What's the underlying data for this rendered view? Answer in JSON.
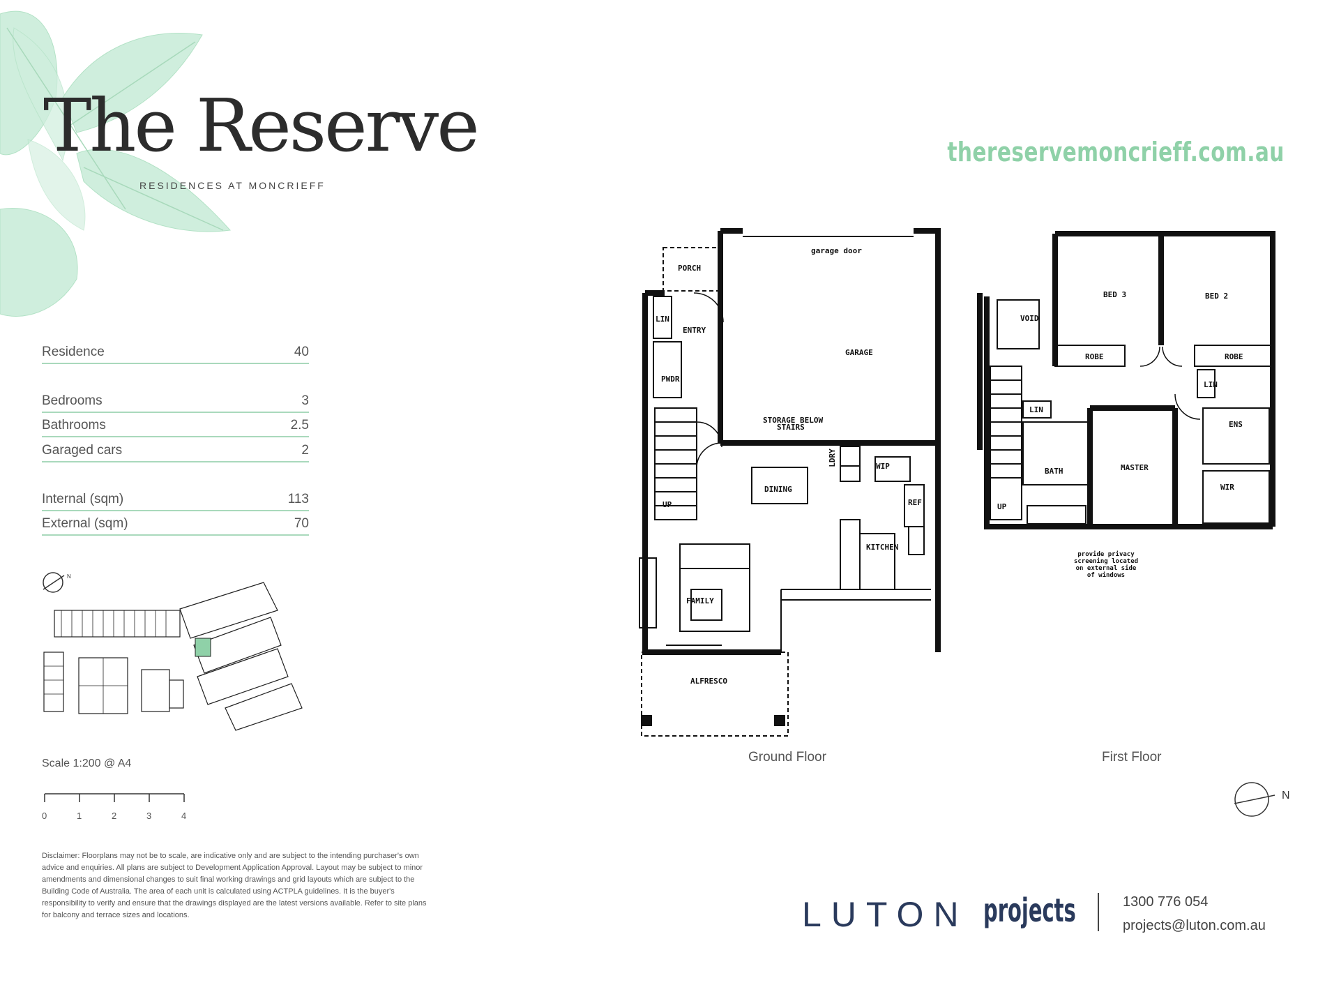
{
  "brand": {
    "title": "The Reserve",
    "subtitle": "RESIDENCES AT MONCRIEFF",
    "website": "thereservemoncrieff.com.au"
  },
  "specs": [
    {
      "label": "Residence",
      "value": "40"
    },
    {
      "label": "Bedrooms",
      "value": "3"
    },
    {
      "label": "Bathrooms",
      "value": "2.5"
    },
    {
      "label": "Garaged cars",
      "value": "2"
    },
    {
      "label": "Internal (sqm)",
      "value": "113"
    },
    {
      "label": "External (sqm)",
      "value": "70"
    }
  ],
  "site_map": {
    "north_label": "N"
  },
  "scale": {
    "label": "Scale 1:200 @ A4",
    "ticks": [
      "0",
      "1",
      "2",
      "3",
      "4"
    ]
  },
  "disclaimer": "Disclaimer: Floorplans may not be to scale, are indicative only and are subject to the intending purchaser's own advice and enquiries. All plans are subject to Development Application Approval. Layout may be subject to minor amendments and dimensional changes to suit final working drawings and grid layouts which are subject to the Building Code of Australia. The area of each unit is calculated using ACTPLA guidelines. It is the buyer's responsibility to verify and ensure that the drawings displayed are the latest versions available. Refer to site plans for balcony and terrace sizes and locations.",
  "ground_floor": {
    "label": "Ground Floor",
    "rooms": {
      "garage_door": "garage door",
      "porch": "PORCH",
      "lin": "LIN",
      "entry": "ENTRY",
      "garage": "GARAGE",
      "pwdr": "PWDR",
      "storage": "STORAGE BELOW",
      "storage2": "STAIRS",
      "lndry": "LDRY",
      "wip": "WIP",
      "dining": "DINING",
      "ref": "REF",
      "up": "UP",
      "kitchen": "KITCHEN",
      "family": "FAMILY",
      "alfresco": "ALFRESCO"
    }
  },
  "first_floor": {
    "label": "First Floor",
    "rooms": {
      "bed3": "BED 3",
      "bed2": "BED 2",
      "void": "VOID",
      "robe1": "ROBE",
      "robe2": "ROBE",
      "lin1": "LIN",
      "lin2": "LIN",
      "ens": "ENS",
      "bath": "BATH",
      "master": "MASTER",
      "wir": "WIR",
      "up": "UP",
      "note": "provide privacy screening located on external side of windows"
    }
  },
  "north_label": "N",
  "footer": {
    "logo_word": "LUTON",
    "logo_projects": "projects",
    "phone": "1300 776 054",
    "email": "projects@luton.com.au"
  }
}
